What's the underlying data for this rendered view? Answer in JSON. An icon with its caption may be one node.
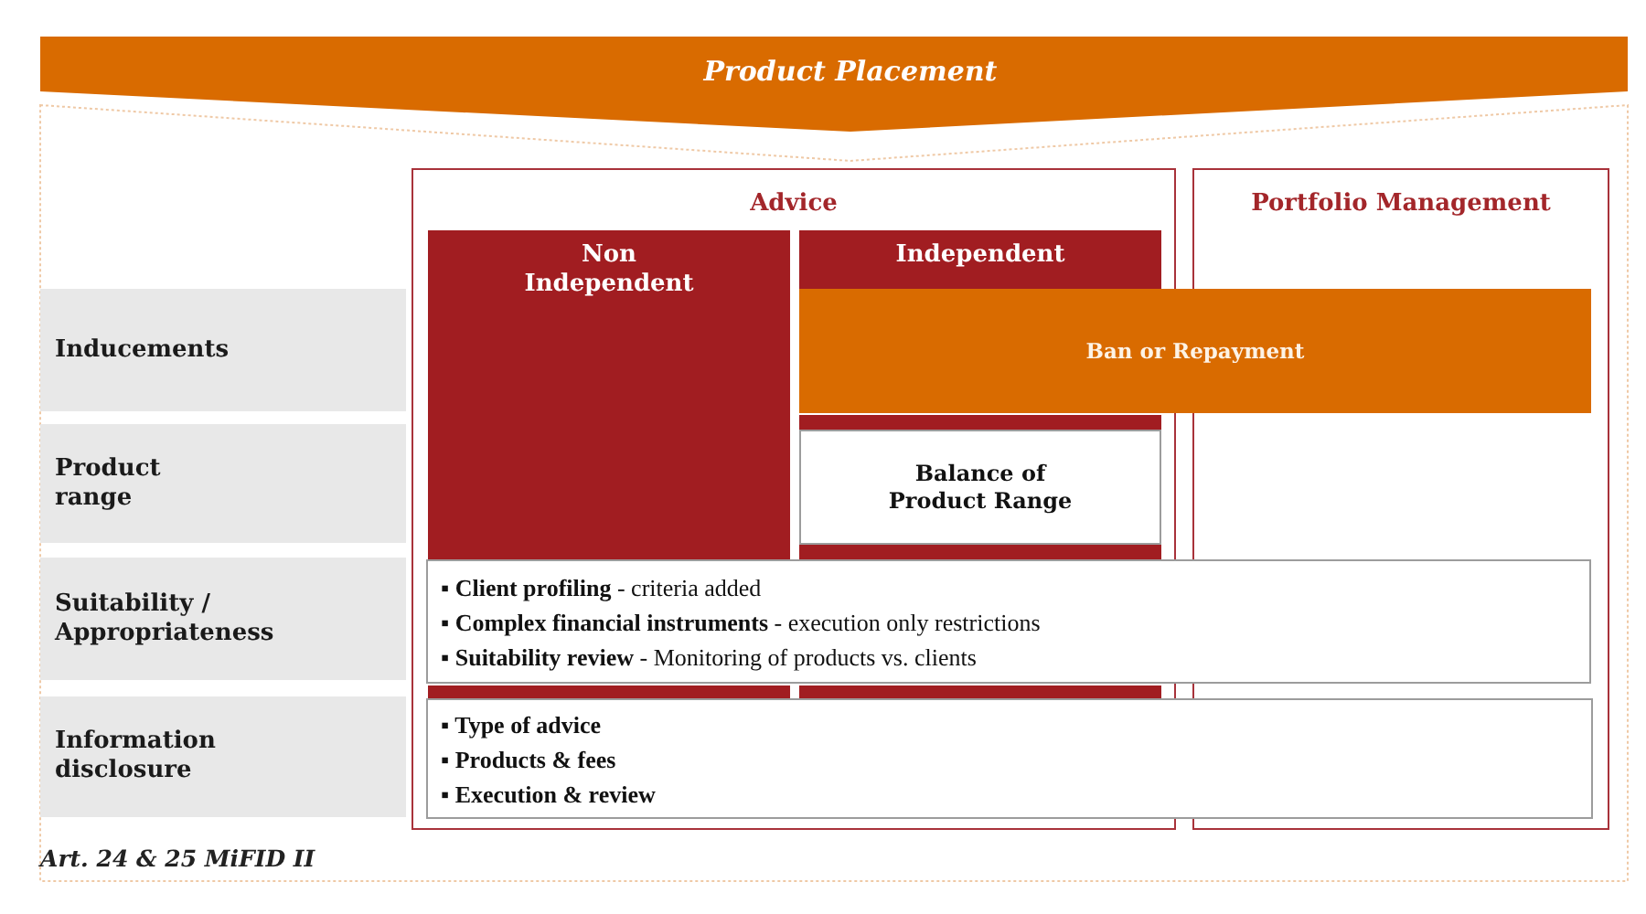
{
  "diagram": {
    "title": "Product Placement",
    "caption": "Art. 24 & 25 MiFID II",
    "nodes": [
      {
        "text": [
          "Advice"
        ]
      },
      {
        "text": [
          "Non Independent"
        ],
        "in": 0
      },
      {
        "text": [
          "Independent"
        ],
        "in": 0
      },
      {
        "text": [
          "Portfolio Management"
        ]
      },
      {
        "text": [
          "Inducements"
        ]
      },
      {
        "text": [
          "Ban or Repayment"
        ]
      },
      {
        "text": [
          "Product range"
        ]
      },
      {
        "text": [
          "Balance of Product Range"
        ],
        "in": 0
      },
      {
        "text": [
          "Suitability / Appropriateness"
        ]
      },
      {
        "text": [
          "▪ **Client profiling** - criteria added",
          "▪ **Complex financial instruments** - execution only restrictions",
          "▪ **Suitability review** - Monitoring of products vs. clients"
        ]
      },
      {
        "text": [
          "Information disclosure"
        ]
      },
      {
        "text": [
          "▪ Type of advice",
          "▪ Products & fees",
          "▪ Execution & review"
        ]
      }
    ]
  }
}
